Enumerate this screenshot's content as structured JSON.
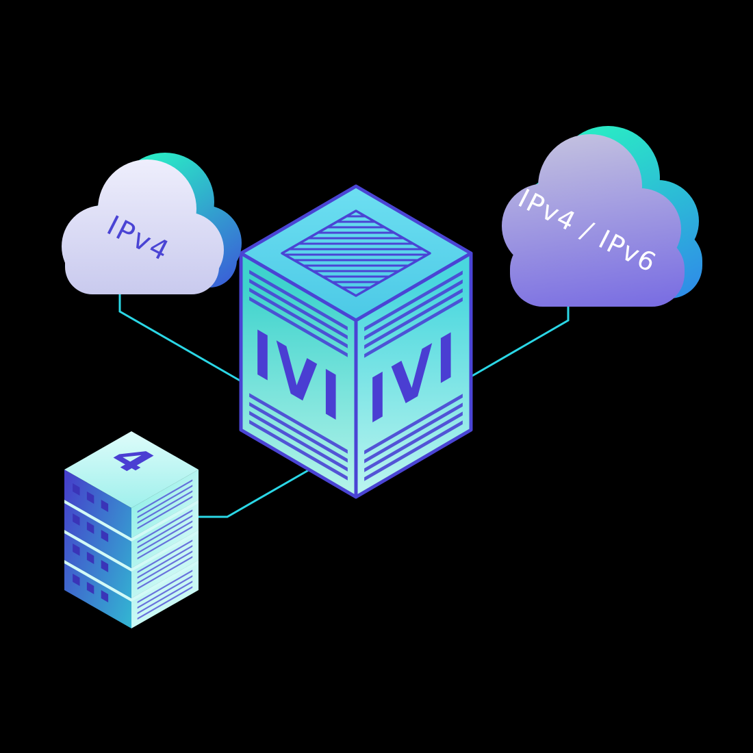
{
  "scene": {
    "background_color": "#000000",
    "nodes": {
      "ipv4_cloud": {
        "label": "IPv4",
        "label_color": "#4a44d4"
      },
      "dual_stack_cloud": {
        "label": "IPv4 / IPv6",
        "label_color": "#ffffff"
      },
      "ivi_gateway": {
        "left_face_label": "IVI",
        "right_face_label": "IVI",
        "label_color": "#4a3ed2"
      },
      "server_stack": {
        "top_label": "4",
        "unit_count": 4
      }
    },
    "connectors": {
      "color": "#2bd7e6",
      "links": [
        {
          "from": "ipv4_cloud",
          "to": "ivi_gateway"
        },
        {
          "from": "dual_stack_cloud",
          "to": "ivi_gateway"
        },
        {
          "from": "server_stack",
          "to": "ivi_gateway"
        }
      ]
    },
    "palette": {
      "indigo_outline": "#4a44d4",
      "teal_accent": "#2ae8c6",
      "gateway_face_teal": "#3fd3cd",
      "gateway_top_cyan": "#5bd5ec",
      "cloud_lavender": "#e6e6f9",
      "cloud_purple": "#7a6ee2",
      "stack_dark_blue": "#453fca",
      "stack_light_teal": "#9ff0ec"
    }
  }
}
